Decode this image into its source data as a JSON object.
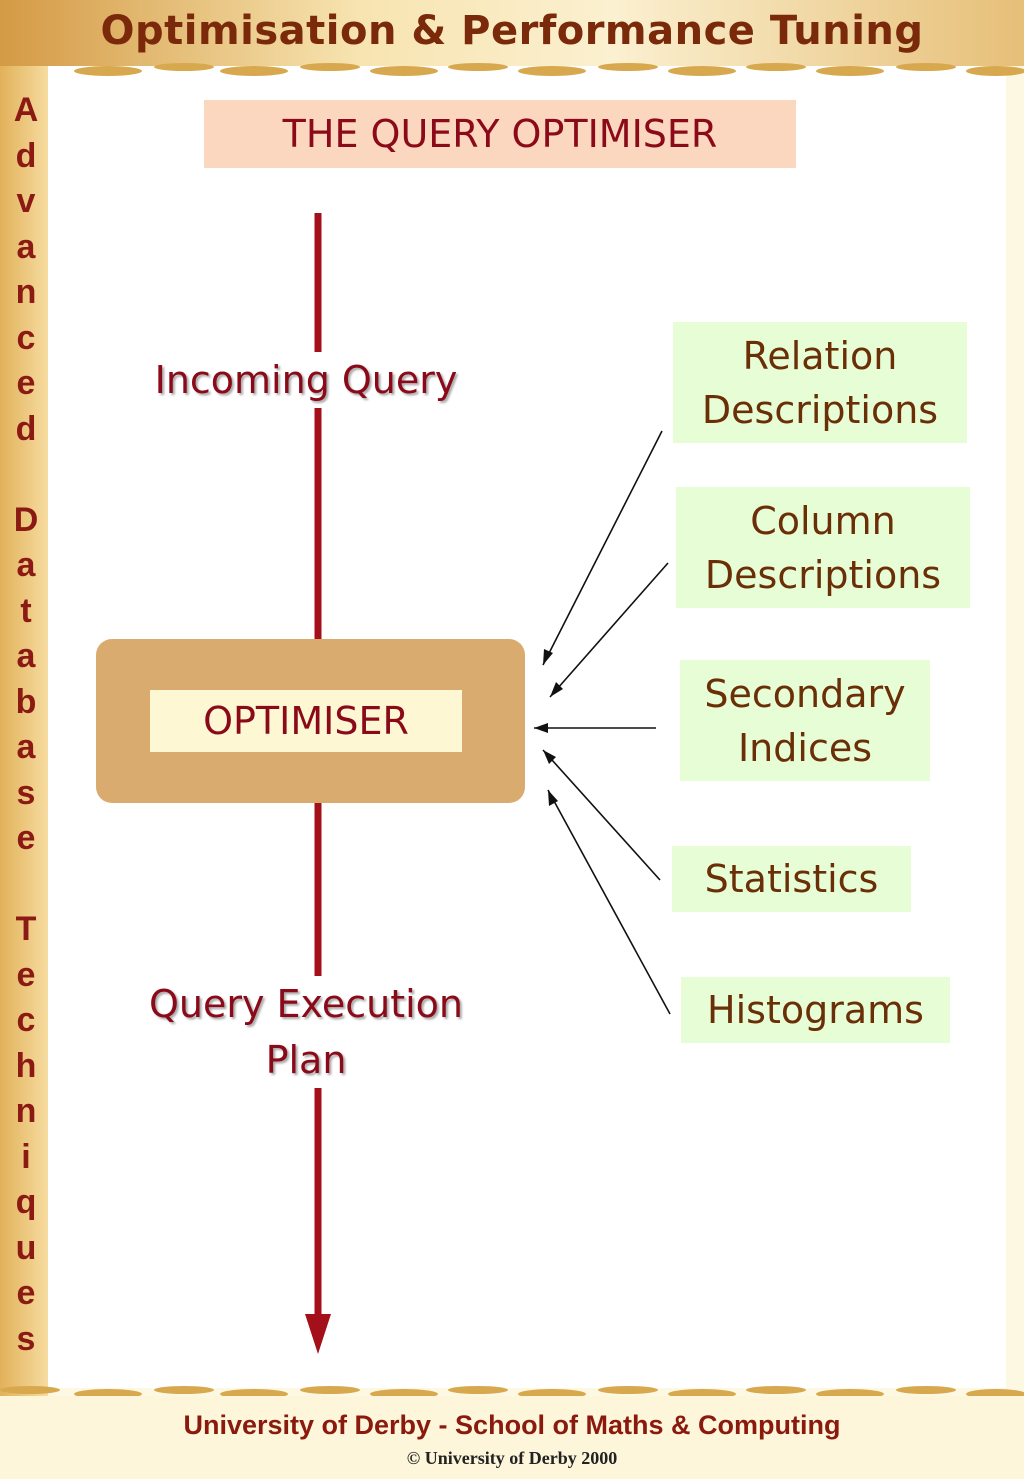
{
  "header": {
    "title": "Optimisation & Performance Tuning"
  },
  "sidebar": {
    "text": "Advanced Database Techniques"
  },
  "slide": {
    "title": "THE QUERY OPTIMISER",
    "input_label": "Incoming Query",
    "optimiser_label": "OPTIMISER",
    "output_label_line1": "Query Execution",
    "output_label_line2": "Plan",
    "sources": [
      {
        "line1": "Relation",
        "line2": "Descriptions"
      },
      {
        "line1": "Column",
        "line2": "Descriptions"
      },
      {
        "line1": "Secondary",
        "line2": "Indices"
      },
      {
        "line1": "Statistics",
        "line2": ""
      },
      {
        "line1": "Histograms",
        "line2": ""
      }
    ]
  },
  "footer": {
    "line1": "University of Derby  - School of Maths & Computing",
    "line2": "© University of Derby 2000"
  },
  "colors": {
    "accent_red": "#8b0a1a",
    "title_fill": "#fcd7bf",
    "optimiser_fill": "#d9ab6e",
    "source_fill": "#e6fdd6",
    "source_text": "#6b2f08"
  }
}
